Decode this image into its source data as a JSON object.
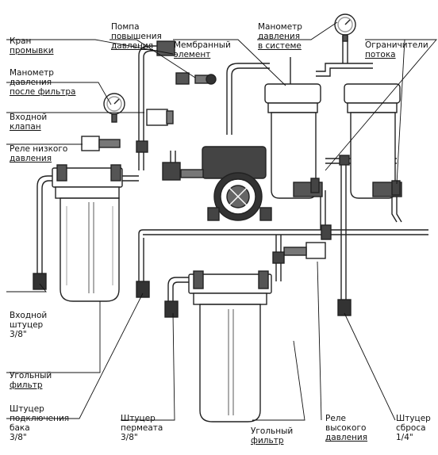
{
  "labels": {
    "kran": [
      "Кран",
      "промывки"
    ],
    "pompa": [
      "Помпа",
      "повышения",
      "давления"
    ],
    "membrana": [
      "Мембранный",
      "элемент"
    ],
    "manometr_sys": [
      "Манометр",
      "давления",
      "в системе"
    ],
    "ogranichiteli": [
      "Ограничители",
      "потока"
    ],
    "manometr_filtr": [
      "Манометр",
      "давления",
      "после фильтра"
    ],
    "vhodnoy_klapan": [
      "Входной",
      "клапан"
    ],
    "rele_nizkogo": [
      "Реле низкого",
      "давления"
    ],
    "vhodnoy_shtucer": [
      "Входной",
      "штуцер",
      "3/8\""
    ],
    "ugolny_left": [
      "Угольный",
      "фильтр"
    ],
    "shtucer_baka": [
      "Штуцер",
      "подключения",
      "бака",
      "3/8\""
    ],
    "shtucer_permeata": [
      "Штуцер",
      "пермеата",
      "3/8\""
    ],
    "ugolny_bottom": [
      "Угольный",
      "фильтр"
    ],
    "rele_vysokogo": [
      "Реле",
      "высокого",
      "давления"
    ],
    "shtucer_sbrosa": [
      "Штуцер",
      "сброса",
      "1/4\""
    ]
  }
}
